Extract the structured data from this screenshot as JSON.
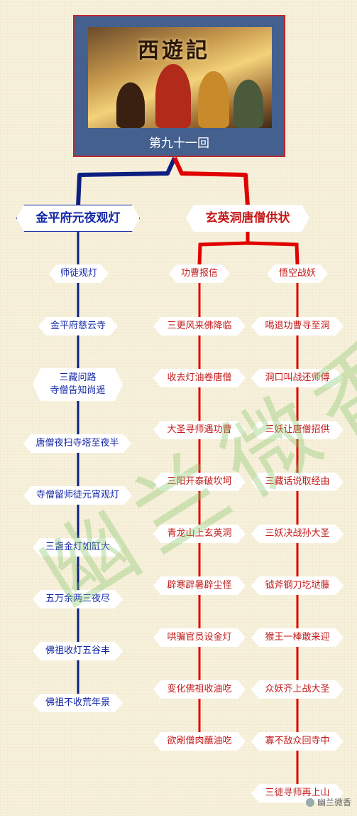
{
  "header": {
    "poster_logo": "西遊記",
    "title": "第九十一回"
  },
  "left_branch": {
    "title": "金平府元夜观灯",
    "items": [
      [
        "师徒观灯"
      ],
      [
        "金平府慈云寺"
      ],
      [
        "三藏问路",
        "寺僧告知尚遥"
      ],
      [
        "唐僧夜扫寺塔至夜半"
      ],
      [
        "寺僧留师徒元宵观灯"
      ],
      [
        "三盏金灯如缸大"
      ],
      [
        "五万余两三夜尽"
      ],
      [
        "佛祖收灯五谷丰"
      ],
      [
        "佛祖不收荒年景"
      ]
    ]
  },
  "right_branch": {
    "title": "玄英洞唐僧供状",
    "col1": {
      "title": "功曹报信",
      "items": [
        "三更风来佛降临",
        "收去灯油卷唐僧",
        "大圣寻师遇功曹",
        "三阳开泰破坎坷",
        "青龙山上玄英洞",
        "辟寒辟暑辟尘怪",
        "哄骗官员设金灯",
        "变化佛祖收油吃",
        "欲剐僧肉蘸油吃"
      ]
    },
    "col2": {
      "title": "悟空战妖",
      "items": [
        "喝退功曹寻至洞",
        "洞口叫战还师傅",
        "三妖让唐僧招供",
        "三藏话说取经由",
        "三妖决战孙大圣",
        "钺斧钢刀圪垯藤",
        "猴王一棒敢来迎",
        "众妖齐上战大圣",
        "寡不敌众回寺中",
        "三徒寻师再上山"
      ]
    }
  },
  "watermark": "幽兰微香",
  "credit": "幽兰微香",
  "colors": {
    "blue": "#0d1f80",
    "red": "#e00000",
    "header_bg": "#44608e",
    "watermark": "#8cc86e"
  }
}
